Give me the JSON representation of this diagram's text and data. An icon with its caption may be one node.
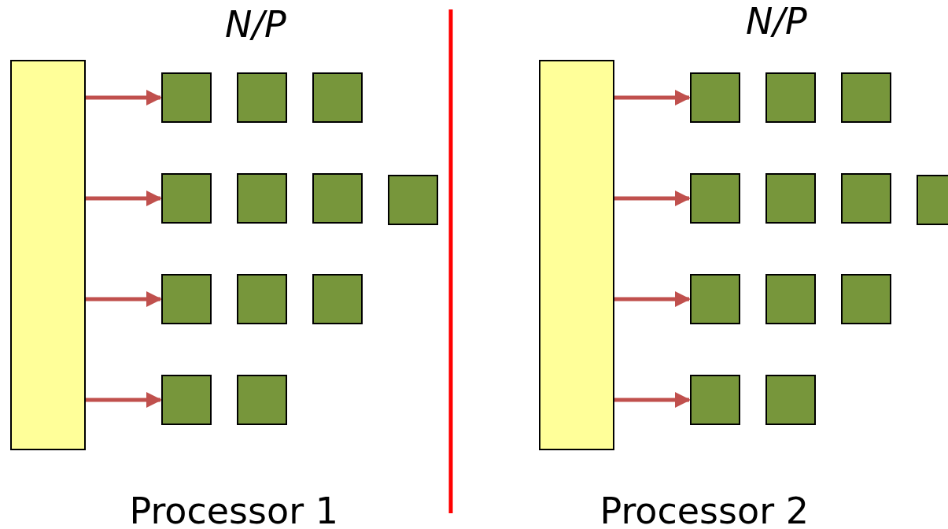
{
  "diagram": {
    "nodes": [
      {
        "text": [],
        "shape": "bar"
      },
      {
        "text": [],
        "shape": "box"
      },
      {
        "text": [],
        "shape": "box"
      },
      {
        "text": [],
        "shape": "box"
      },
      {
        "text": [],
        "shape": "box"
      },
      {
        "text": [],
        "shape": "box"
      },
      {
        "text": [],
        "shape": "box"
      },
      {
        "text": [],
        "shape": "box"
      },
      {
        "text": [],
        "shape": "box"
      },
      {
        "text": [],
        "shape": "box"
      },
      {
        "text": [],
        "shape": "box"
      },
      {
        "text": [],
        "shape": "box"
      },
      {
        "text": [],
        "shape": "box"
      },
      {
        "text": [],
        "shape": "bar"
      },
      {
        "text": [],
        "shape": "box"
      },
      {
        "text": [],
        "shape": "box"
      },
      {
        "text": [],
        "shape": "box"
      },
      {
        "text": [],
        "shape": "box"
      },
      {
        "text": [],
        "shape": "box"
      },
      {
        "text": [],
        "shape": "box"
      },
      {
        "text": [],
        "shape": "box"
      },
      {
        "text": [],
        "shape": "box"
      },
      {
        "text": [],
        "shape": "box"
      },
      {
        "text": [],
        "shape": "box"
      },
      {
        "text": [],
        "shape": "box"
      },
      {
        "text": [],
        "shape": "box"
      }
    ],
    "edges": [
      {
        "from": 0,
        "to": 1,
        "arrow": "to"
      },
      {
        "from": 0,
        "to": 4,
        "arrow": "to"
      },
      {
        "from": 0,
        "to": 8,
        "arrow": "to"
      },
      {
        "from": 0,
        "to": 11,
        "arrow": "to"
      },
      {
        "from": 13,
        "to": 14,
        "arrow": "to"
      },
      {
        "from": 13,
        "to": 17,
        "arrow": "to"
      },
      {
        "from": 13,
        "to": 21,
        "arrow": "to"
      },
      {
        "from": 13,
        "to": 24,
        "arrow": "to"
      }
    ],
    "labels": [
      "N/P",
      "N/P",
      "Processor 1",
      "Processor 2"
    ]
  }
}
